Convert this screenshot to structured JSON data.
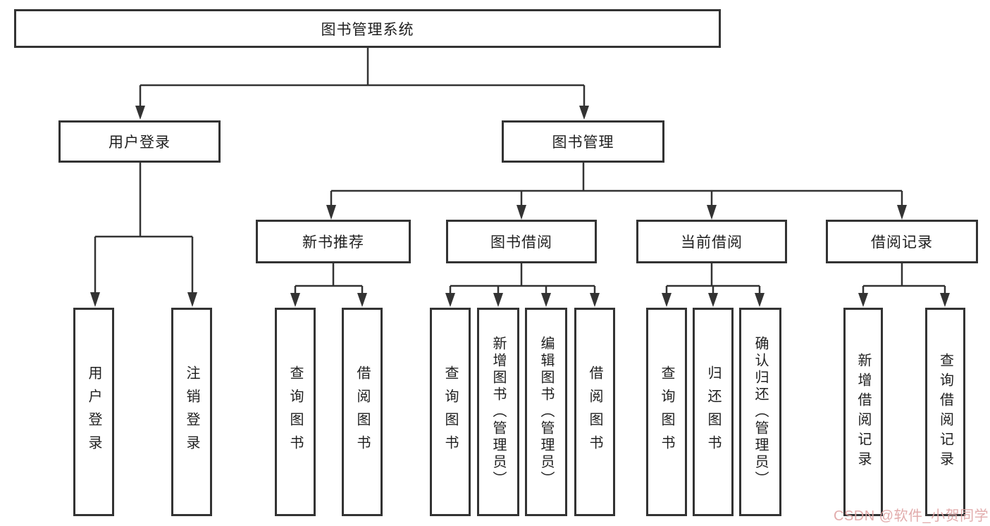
{
  "diagram": {
    "title": "图书管理系统",
    "level2": {
      "user_login": "用户登录",
      "book_mgmt": "图书管理"
    },
    "level3": {
      "new_book_rec": "新书推荐",
      "book_borrow": "图书借阅",
      "current_borrow": "当前借阅",
      "borrow_records": "借阅记录"
    },
    "leaves": {
      "user_login_1": "用户登录",
      "user_login_2": "注销登录",
      "new_book_1": "查询图书",
      "new_book_2": "借阅图书",
      "borrow_1": "查询图书",
      "borrow_2": "新增图书（管理员）",
      "borrow_3": "编辑图书（管理员）",
      "borrow_4": "借阅图书",
      "current_1": "查询图书",
      "current_2": "归还图书",
      "current_3": "确认归还（管理员）",
      "records_1": "新增借阅记录",
      "records_2": "查询借阅记录"
    }
  },
  "watermark": {
    "text": "CSDN @软件_小贺同学",
    "color": "#dfa4a4"
  },
  "colors": {
    "line": "#333333",
    "border": "#333333",
    "text": "#1f1f1f",
    "background": "#ffffff"
  }
}
